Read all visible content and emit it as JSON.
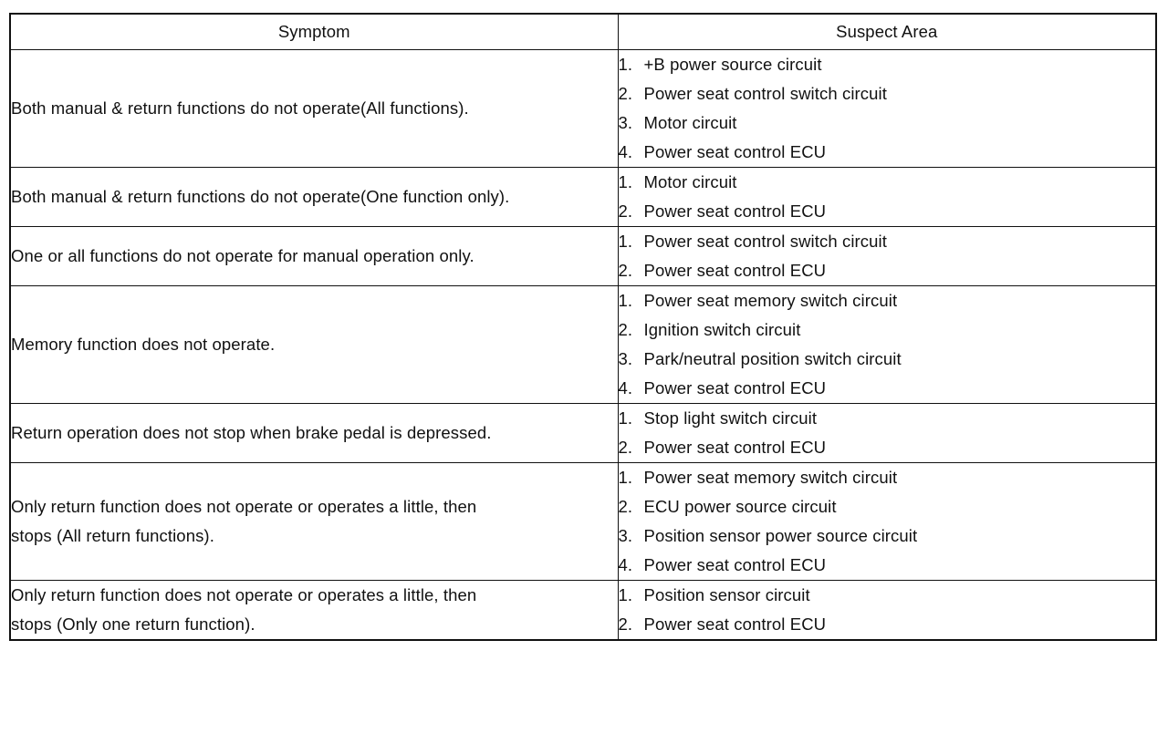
{
  "table": {
    "headers": {
      "symptom": "Symptom",
      "suspect_area": "Suspect Area"
    },
    "rows": [
      {
        "symptom": [
          "Both manual & return functions do not operate(All functions)."
        ],
        "suspect_area": [
          {
            "num": "1.",
            "text": "+B power source circuit"
          },
          {
            "num": "2.",
            "text": "Power seat control switch circuit"
          },
          {
            "num": "3.",
            "text": "Motor circuit"
          },
          {
            "num": "4.",
            "text": "Power seat control ECU"
          }
        ]
      },
      {
        "symptom": [
          "Both manual & return functions do not operate(One function only)."
        ],
        "suspect_area": [
          {
            "num": "1.",
            "text": "Motor circuit"
          },
          {
            "num": "2.",
            "text": "Power seat control ECU"
          }
        ]
      },
      {
        "symptom": [
          "One or all functions do not operate for manual operation only."
        ],
        "suspect_area": [
          {
            "num": "1.",
            "text": "Power seat control switch circuit"
          },
          {
            "num": "2.",
            "text": "Power seat control ECU"
          }
        ]
      },
      {
        "symptom": [
          "Memory function does not operate."
        ],
        "suspect_area": [
          {
            "num": "1.",
            "text": "Power seat memory switch circuit"
          },
          {
            "num": "2.",
            "text": "Ignition switch circuit"
          },
          {
            "num": "3.",
            "text": "Park/neutral position switch circuit"
          },
          {
            "num": "4.",
            "text": "Power seat control ECU"
          }
        ]
      },
      {
        "symptom": [
          "Return operation does not stop when brake pedal is depressed."
        ],
        "suspect_area": [
          {
            "num": "1.",
            "text": "Stop light switch circuit"
          },
          {
            "num": "2.",
            "text": "Power seat control ECU"
          }
        ]
      },
      {
        "symptom": [
          "Only return function does not operate or operates a little, then",
          "stops (All return functions)."
        ],
        "suspect_area": [
          {
            "num": "1.",
            "text": "Power seat memory switch circuit"
          },
          {
            "num": "2.",
            "text": "ECU power source circuit"
          },
          {
            "num": "3.",
            "text": "Position sensor power source circuit"
          },
          {
            "num": "4.",
            "text": "Power seat control ECU"
          }
        ]
      },
      {
        "symptom": [
          "Only return function does not operate or operates a little, then",
          "stops (Only one return function)."
        ],
        "suspect_area": [
          {
            "num": "1.",
            "text": "Position sensor circuit"
          },
          {
            "num": "2.",
            "text": "Power seat control ECU"
          }
        ]
      }
    ]
  }
}
